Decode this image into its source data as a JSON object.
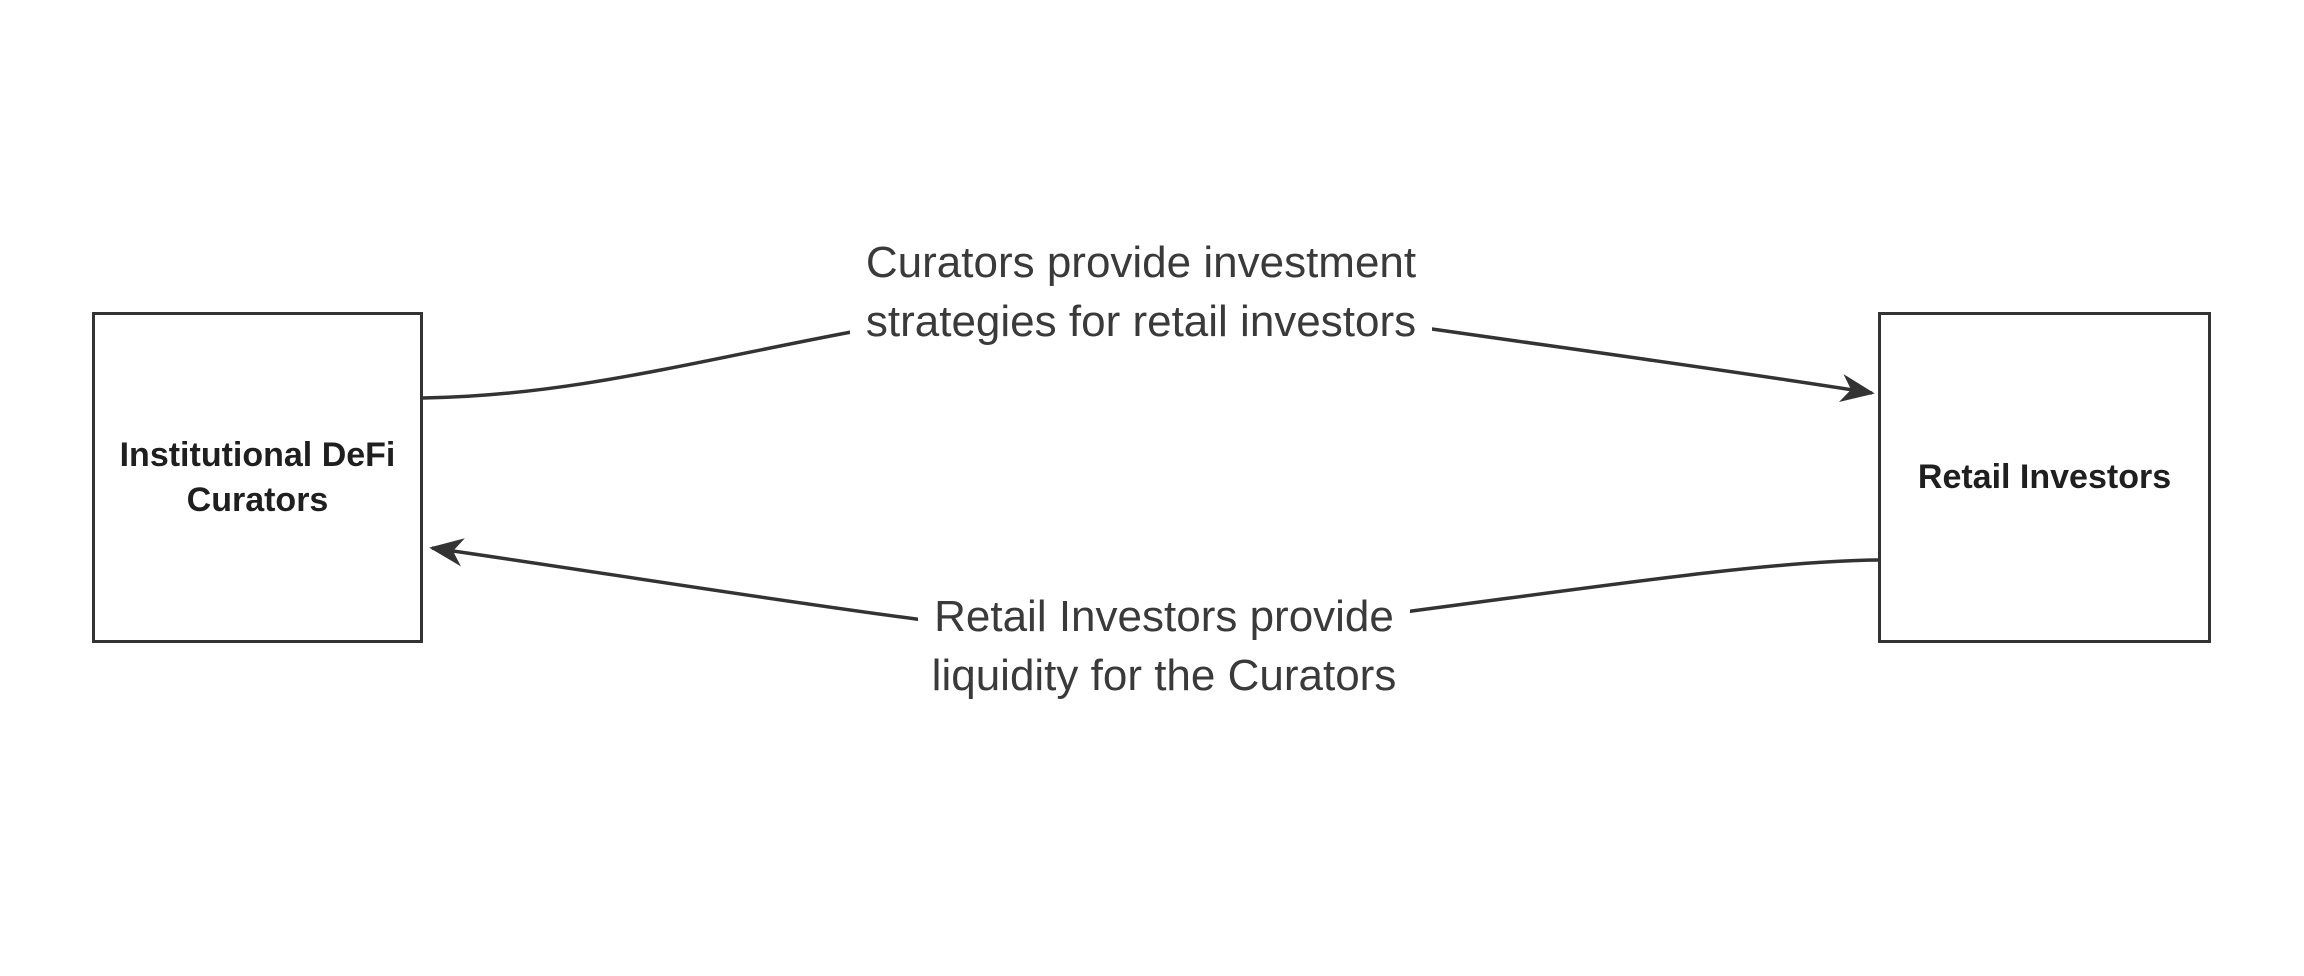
{
  "diagram": {
    "type": "flowchart",
    "nodes": [
      {
        "label": "Institutional DeFi Curators",
        "label_lines": [
          "Institutional DeFi",
          "Curators"
        ]
      },
      {
        "label": "Retail Investors",
        "label_lines": [
          "Retail Investors"
        ]
      }
    ],
    "edges": [
      {
        "from": "Institutional DeFi Curators",
        "to": "Retail Investors",
        "arrow_direction": "left-to-right",
        "label": "Curators provide investment strategies for retail investors",
        "label_lines": [
          "Curators provide investment",
          "strategies for retail investors"
        ]
      },
      {
        "from": "Retail Investors",
        "to": "Institutional DeFi Curators",
        "arrow_direction": "right-to-left",
        "label": "Retail Investors provide liquidity for the Curators",
        "label_lines": [
          "Retail Investors provide",
          "liquidity for the Curators"
        ]
      }
    ],
    "colors": {
      "background": "#ffffff",
      "node_fill": "#ffffff",
      "node_border": "#333333",
      "node_text": "#1f1f1f",
      "edge_stroke": "#333333",
      "edge_label_text": "#3a3a3a",
      "edge_label_background": "#ffffff"
    }
  }
}
